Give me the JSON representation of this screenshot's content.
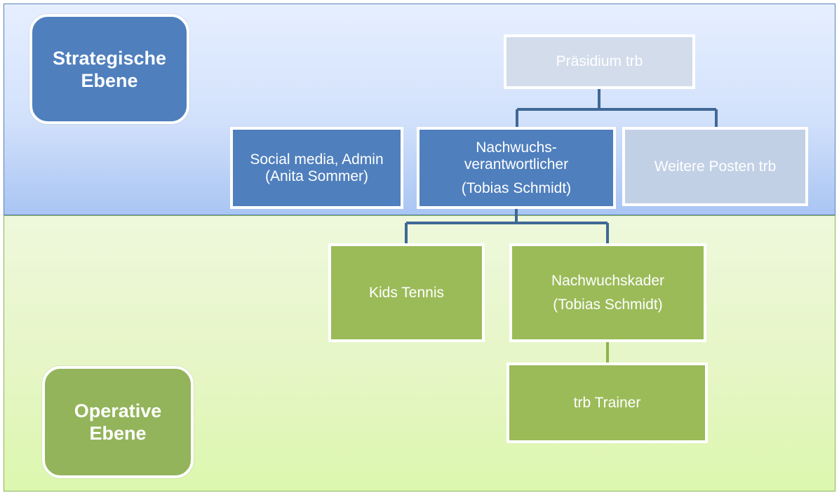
{
  "levels": {
    "strategic": {
      "line1": "Strategische",
      "line2": "Ebene"
    },
    "operative": {
      "line1": "Operative",
      "line2": "Ebene"
    }
  },
  "nodes": {
    "praesidium": {
      "line1": "Präsidium trb"
    },
    "social": {
      "line1": "Social media, Admin",
      "line2": "(Anita Sommer)"
    },
    "nachwuchs": {
      "line1": "Nachwuchs-",
      "line2": "verantwortlicher",
      "line3": "(Tobias Schmidt)"
    },
    "weitere": {
      "line1": "Weitere Posten trb"
    },
    "kids": {
      "line1": "Kids Tennis"
    },
    "kader": {
      "line1": "Nachwuchskader",
      "line2": "(Tobias Schmidt)"
    },
    "trainer": {
      "line1": "trb Trainer"
    }
  },
  "colors": {
    "strategic_fill": "#4f7fbd",
    "operative_fill": "#9bbb59",
    "pale_fill": "#c2d0e6",
    "connector_blue": "#3f6896",
    "connector_green": "#8fb34c"
  }
}
